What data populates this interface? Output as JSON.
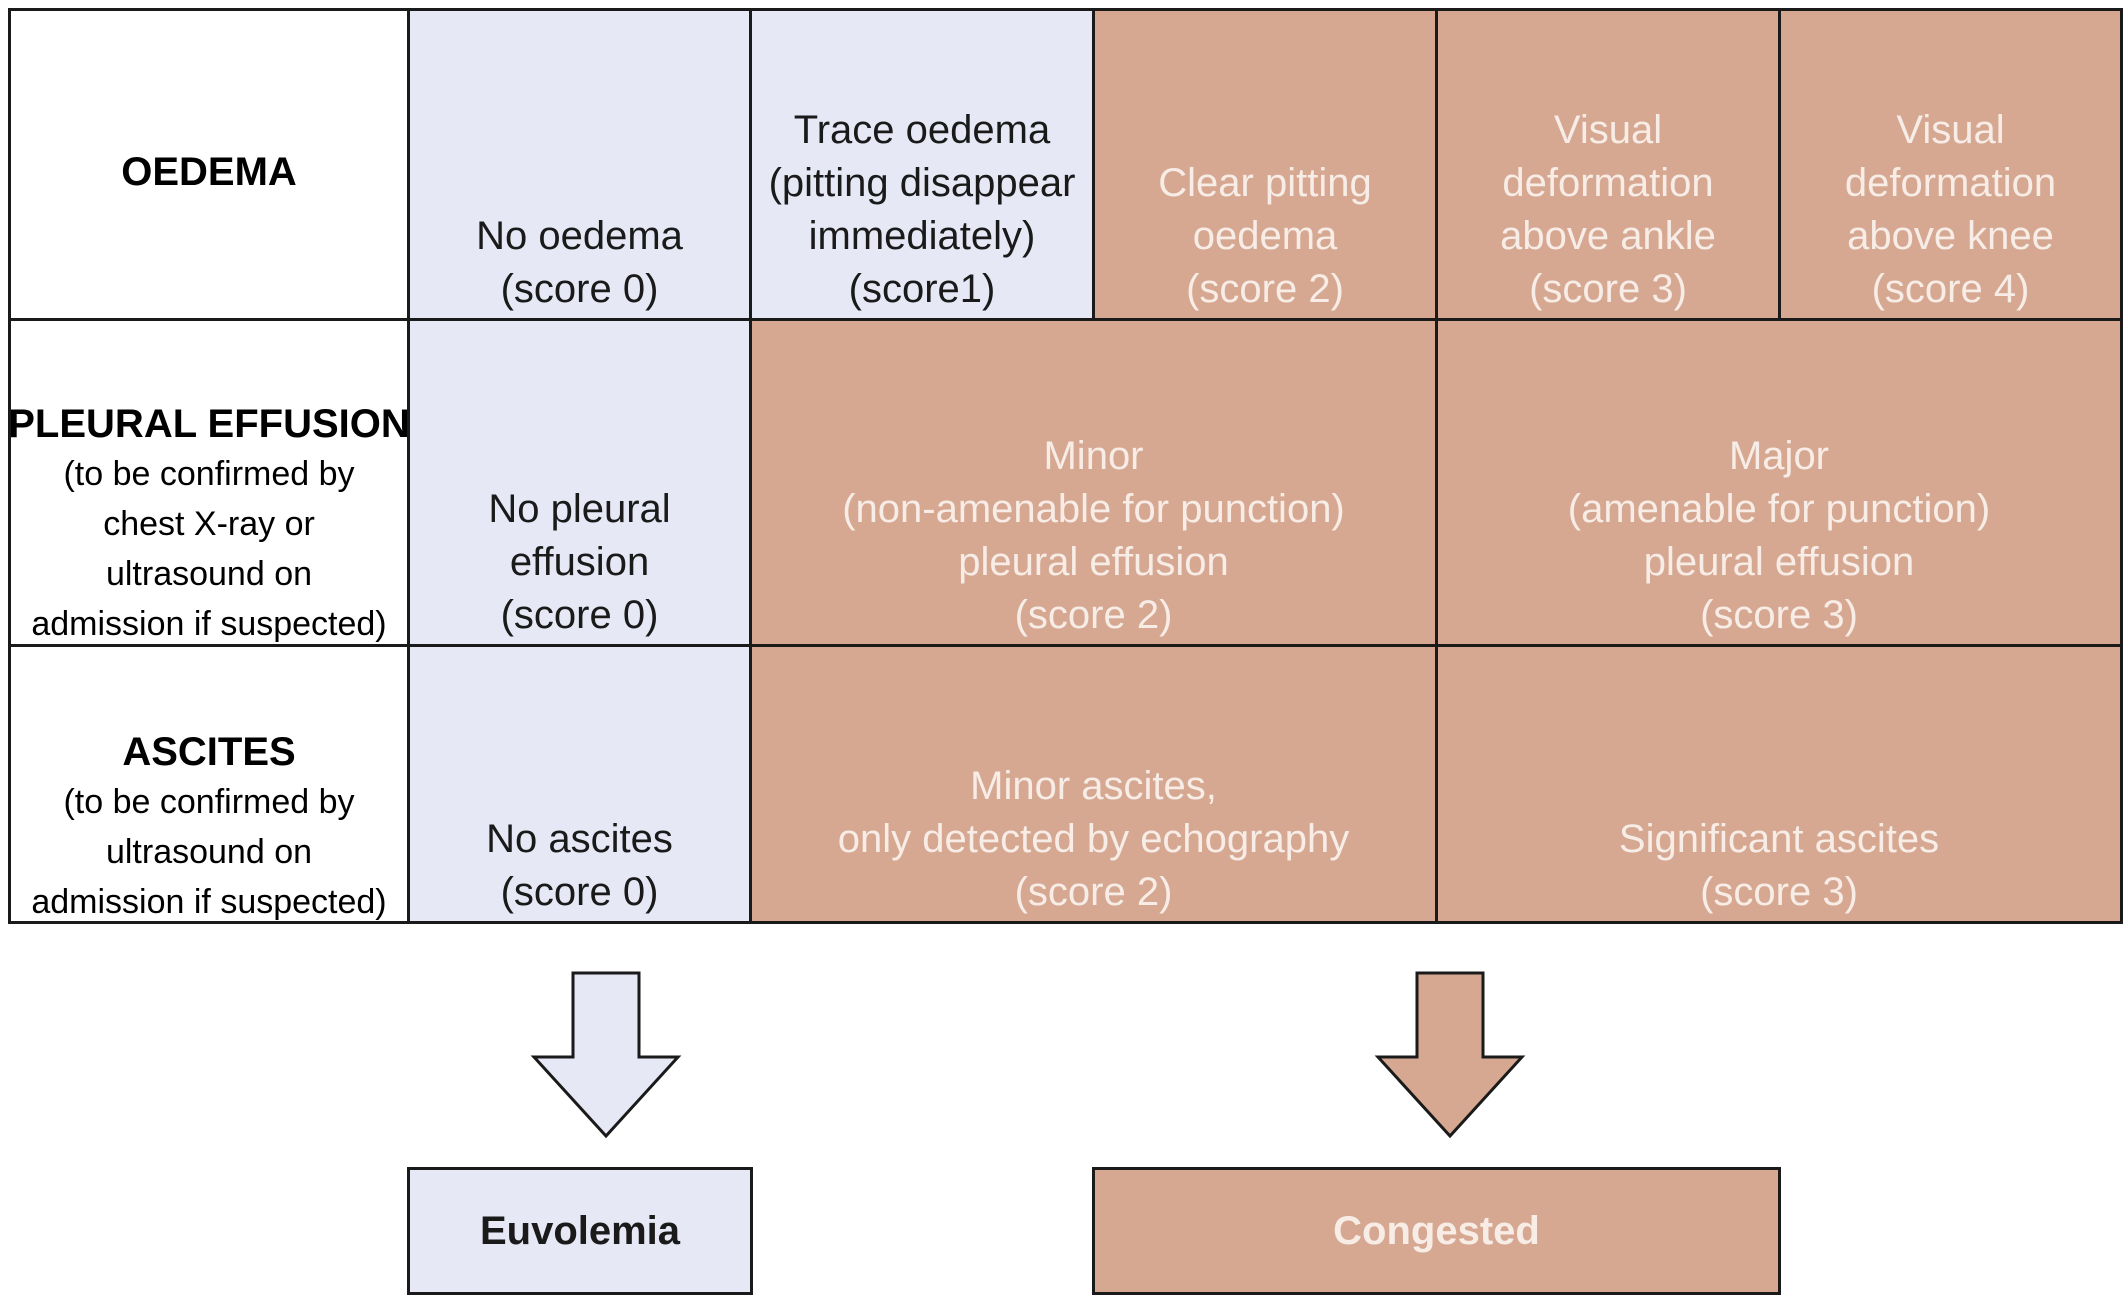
{
  "colors": {
    "euvolemic": "#e6e8f5",
    "congested": "#d6a892",
    "border": "#1a1a1a"
  },
  "rows": {
    "oedema": {
      "title": "OEDEMA",
      "cells": [
        [
          "No oedema",
          "(score 0)"
        ],
        [
          "Trace oedema",
          "(pitting disappear",
          "immediately)",
          "(score1)"
        ],
        [
          "Clear pitting",
          "oedema",
          "(score 2)"
        ],
        [
          "Visual",
          "deformation",
          "above ankle",
          "(score 3)"
        ],
        [
          "Visual",
          "deformation",
          "above knee",
          "(score 4)"
        ]
      ]
    },
    "pleural": {
      "title": "PLEURAL EFFUSION",
      "sub": [
        "(to be confirmed by",
        "chest X-ray or",
        "ultrasound on",
        "admission if suspected)"
      ],
      "cells": [
        [
          "No pleural",
          "effusion",
          "(score 0)"
        ],
        [
          "Minor",
          "(non-amenable for punction)",
          "pleural effusion",
          "(score 2)"
        ],
        [
          "Major",
          "(amenable for punction)",
          "pleural effusion",
          "(score 3)"
        ]
      ]
    },
    "ascites": {
      "title": "ASCITES",
      "sub": [
        "(to be confirmed by",
        "ultrasound on",
        "admission if suspected)"
      ],
      "cells": [
        [
          "No ascites",
          "(score 0)"
        ],
        [
          "Minor ascites,",
          "only detected by echography",
          "(score 2)"
        ],
        [
          "Significant ascites",
          "(score 3)"
        ]
      ]
    }
  },
  "outcomes": {
    "euvolemia": "Euvolemia",
    "congested": "Congested"
  }
}
